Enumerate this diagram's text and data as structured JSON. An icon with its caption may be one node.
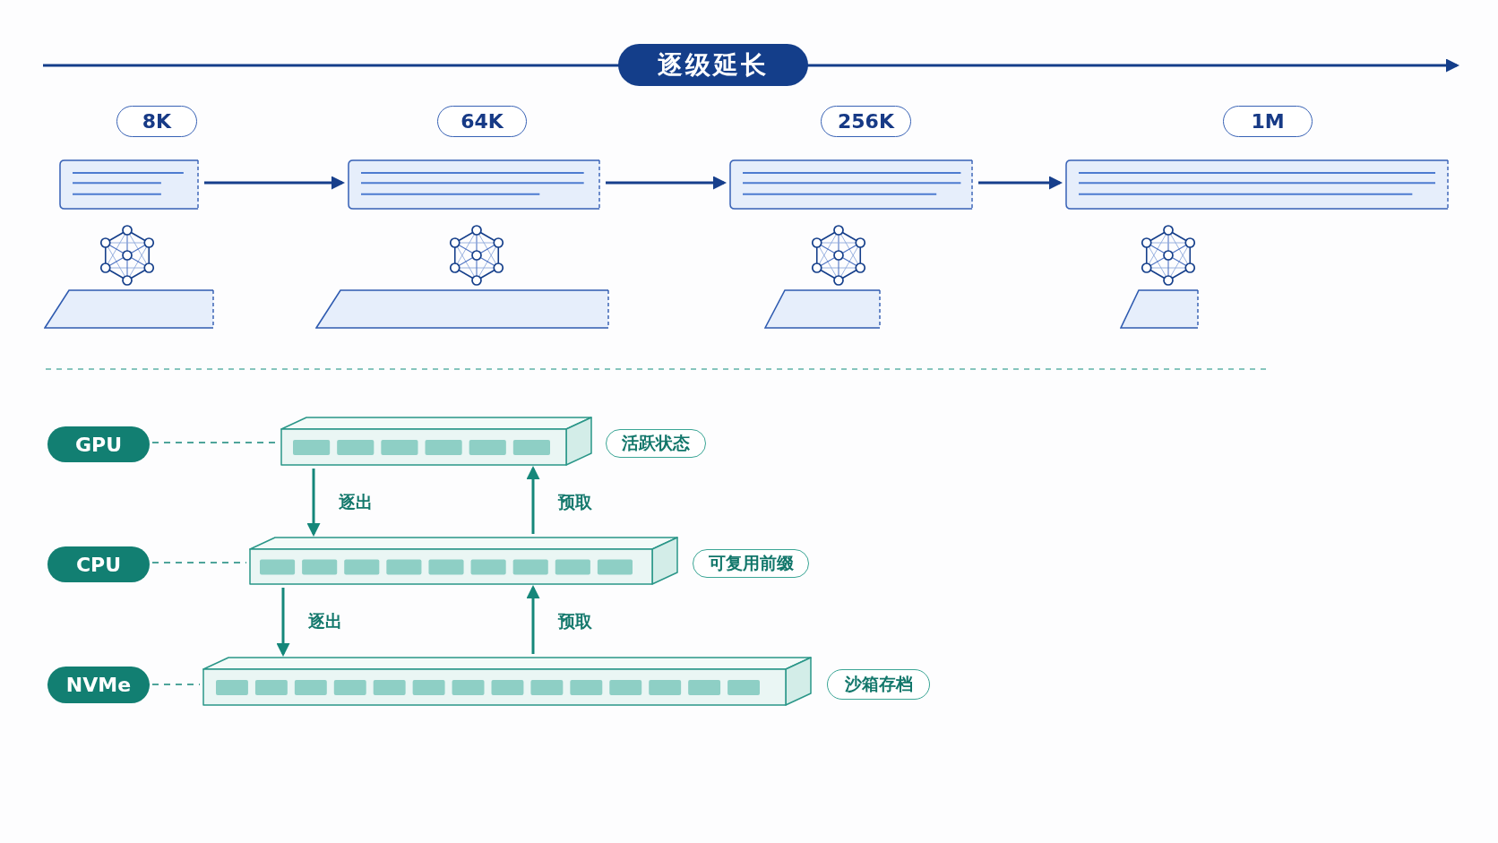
{
  "diagram": {
    "nodes": [
      {
        "text": [
          "逐级延长"
        ]
      },
      {
        "text": [
          "8K"
        ]
      },
      {
        "text": [
          "64K"
        ]
      },
      {
        "text": [
          "256K"
        ]
      },
      {
        "text": [
          "1M"
        ]
      },
      {
        "text": [],
        "shape": "box"
      },
      {
        "text": [],
        "shape": "box"
      },
      {
        "text": [],
        "shape": "box"
      },
      {
        "text": [],
        "shape": "box"
      },
      {
        "text": [
          "GPU"
        ]
      },
      {
        "text": [],
        "shape": "box"
      },
      {
        "text": [
          "活跃状态"
        ]
      },
      {
        "text": [
          "CPU"
        ]
      },
      {
        "text": [],
        "shape": "box"
      },
      {
        "text": [
          "可复用前缀"
        ]
      },
      {
        "text": [
          "NVMe"
        ]
      },
      {
        "text": [],
        "shape": "box"
      },
      {
        "text": [
          "沙箱存档"
        ]
      }
    ],
    "edges": [
      {
        "from": 5,
        "to": 6,
        "arrow": "to",
        "color": "#173f8c"
      },
      {
        "from": 6,
        "to": 7,
        "arrow": "to",
        "color": "#173f8c"
      },
      {
        "from": 7,
        "to": 8,
        "arrow": "to",
        "color": "#173f8c"
      },
      {
        "from": 9,
        "to": 10,
        "arrow": "none",
        "style": "dashed"
      },
      {
        "from": 10,
        "to": 13,
        "arrow": "to",
        "label": "逐出"
      },
      {
        "from": 13,
        "to": 10,
        "arrow": "to",
        "label": "预取"
      },
      {
        "from": 12,
        "to": 13,
        "arrow": "none",
        "style": "dashed"
      },
      {
        "from": 13,
        "to": 16,
        "arrow": "to",
        "label": "逐出"
      },
      {
        "from": 16,
        "to": 13,
        "arrow": "to",
        "label": "预取"
      },
      {
        "from": 15,
        "to": 16,
        "arrow": "none",
        "style": "dashed"
      }
    ]
  }
}
